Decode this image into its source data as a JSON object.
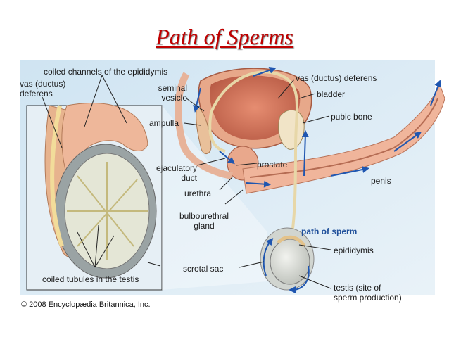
{
  "title": "Path of Sperms",
  "labels": {
    "coiled_channels": "coiled channels of the epididymis",
    "vas_left": "vas (ductus)\ndeferens",
    "seminal_vesicle": "seminal\nvesicle",
    "ampulla": "ampulla",
    "ejaculatory_duct": "ejaculatory\nduct",
    "urethra": "urethra",
    "bulbourethral": "bulbourethral\ngland",
    "coiled_tubules": "coiled tubules in the testis",
    "scrotal_sac": "scrotal sac",
    "vas_right": "vas (ductus) deferens",
    "bladder": "bladder",
    "pubic_bone": "pubic bone",
    "prostate": "prostate",
    "penis": "penis",
    "path_of_sperm": "path of sperm",
    "epididymis": "epididymis",
    "testis": "testis (site of\nsperm production)"
  },
  "copyright": "© 2008 Encyclopædia Britannica, Inc.",
  "colors": {
    "title": "#c00000",
    "background_panel": "#dcebf5",
    "tissue": "#e9a78a",
    "bladder": "#d9826a",
    "testis": "#d7dbd6",
    "duct": "#e8d2a0",
    "arrows": "#1f56b0"
  }
}
